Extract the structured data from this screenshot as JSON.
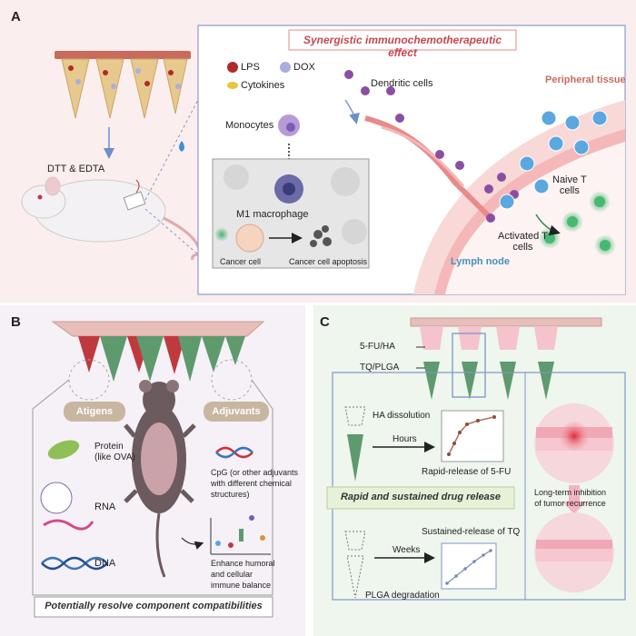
{
  "panels": {
    "a": "A",
    "b": "B",
    "c": "C"
  },
  "panel_a": {
    "title": "Synergistic immunochemotherapeutic effect",
    "legend": {
      "lps": "LPS",
      "dox": "DOX",
      "cytokines": "Cytokines"
    },
    "dtt": "DTT & EDTA",
    "monocytes": "Monocytes",
    "m1": "M1 macrophage",
    "cancer_cell": "Cancer cell",
    "apoptosis": "Cancer cell apoptosis",
    "dendritic": "Dendritic cells",
    "peripheral": "Peripheral tissue",
    "naive": "Naive T\ncells",
    "activated": "Activated T\ncells",
    "lymph": "Lymph node"
  },
  "panel_b": {
    "antigens": "Atigens",
    "adjuvants": "Adjuvants",
    "protein": "Protein\n(like OVA)",
    "rna": "RNA",
    "dna": "DNA",
    "cpg": "CpG (or other adjuvants\nwith different chemical\nstructures)",
    "enhance": "Enhance humoral\nand cellular\nimmune balance",
    "banner": "Potentially resolve component compatibilities"
  },
  "panel_c": {
    "fu_ha": "5-FU/HA",
    "tq_plga": "TQ/PLGA",
    "ha_dissolution": "HA dissolution",
    "hours": "Hours",
    "rapid_release": "Rapid-release of 5-FU",
    "banner": "Rapid and sustained drug release",
    "sustained": "Sustained-release of TQ",
    "weeks": "Weeks",
    "plga": "PLGA degradation",
    "long_term": "Long-term inhibition\nof tumor recurrence"
  },
  "colors": {
    "pink_frame": "#e98a8a",
    "blue_frame": "#7d95c8",
    "green_cone": "#5e9a6e",
    "red_cone": "#c0393f",
    "tcell_blue": "#5aa8df",
    "activated_green": "#47b870",
    "dc_purple": "#8a4fa3"
  }
}
